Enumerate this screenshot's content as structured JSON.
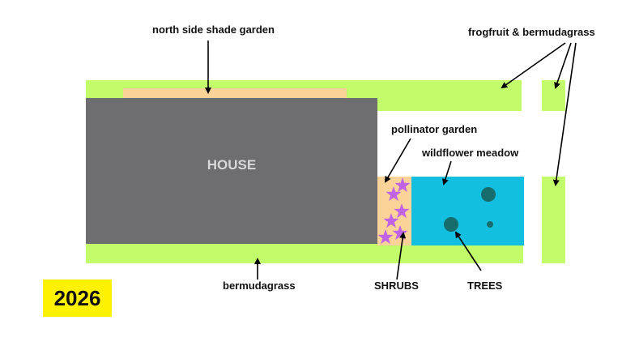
{
  "labels": {
    "shade_garden": "north side shade garden",
    "frogfruit": "frogfruit & bermudagrass",
    "pollinator": "pollinator garden",
    "wildflower": "wildflower meadow",
    "house": "HOUSE",
    "bermudagrass": "bermudagrass",
    "shrubs": "SHRUBS",
    "trees": "TREES"
  },
  "badge": {
    "year": "2026"
  },
  "colors": {
    "grass": "#c2fc6b",
    "garden": "#fbd297",
    "house": "#6e6e70",
    "meadow": "#12bfe0",
    "tree": "#176d6b",
    "shrub": "#c063e6",
    "badge": "#fff200"
  },
  "icons": {
    "tree": "tree-icon",
    "shrub": "star-shrub-icon",
    "arrow": "arrow-icon"
  }
}
